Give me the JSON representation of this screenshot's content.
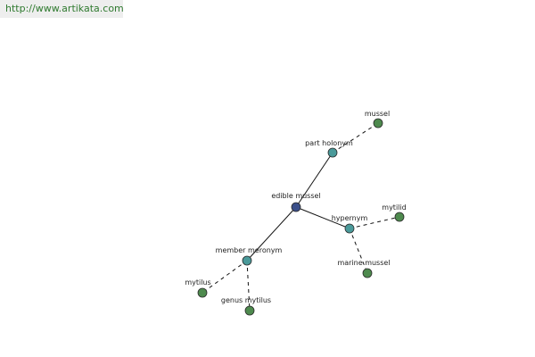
{
  "header": {
    "url": "http://www.artikata.com"
  },
  "colors": {
    "center": "#3b4f8a",
    "relation": "#4a9a9a",
    "term": "#4e8a4e"
  },
  "nodes": {
    "edible_mussel": {
      "label": "edible mussel",
      "kind": "center"
    },
    "part_holonym": {
      "label": "part holonym",
      "kind": "relation"
    },
    "mussel": {
      "label": "mussel",
      "kind": "term"
    },
    "hypernym": {
      "label": "hypernym",
      "kind": "relation"
    },
    "mytilid": {
      "label": "mytilid",
      "kind": "term"
    },
    "marine_mussel": {
      "label": "marine mussel",
      "kind": "term"
    },
    "member_meronym": {
      "label": "member meronym",
      "kind": "relation"
    },
    "mytilus": {
      "label": "mytilus",
      "kind": "term"
    },
    "genus_mytilus": {
      "label": "genus mytilus",
      "kind": "term"
    }
  },
  "edges": [
    {
      "from": "edible_mussel",
      "to": "part_holonym",
      "style": "solid"
    },
    {
      "from": "edible_mussel",
      "to": "hypernym",
      "style": "solid"
    },
    {
      "from": "edible_mussel",
      "to": "member_meronym",
      "style": "solid"
    },
    {
      "from": "part_holonym",
      "to": "mussel",
      "style": "dashed"
    },
    {
      "from": "hypernym",
      "to": "mytilid",
      "style": "dashed"
    },
    {
      "from": "hypernym",
      "to": "marine_mussel",
      "style": "dashed"
    },
    {
      "from": "member_meronym",
      "to": "mytilus",
      "style": "dashed"
    },
    {
      "from": "member_meronym",
      "to": "genus_mytilus",
      "style": "dashed"
    }
  ]
}
